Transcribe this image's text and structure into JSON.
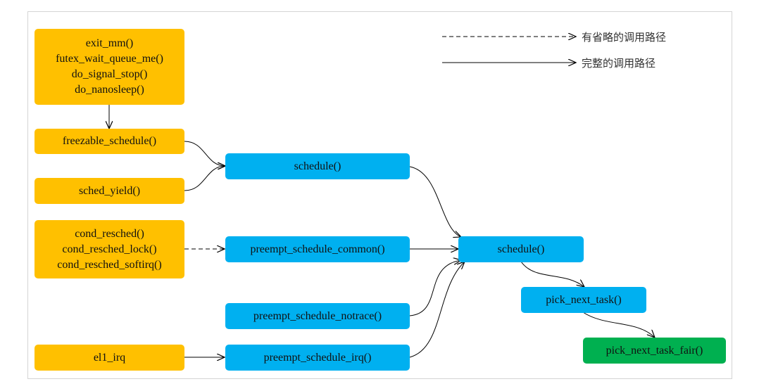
{
  "legend": {
    "omitted_path": "有省略的调用路径",
    "full_path": "完整的调用路径"
  },
  "nodes": {
    "exit_group": [
      "exit_mm()",
      "futex_wait_queue_me()",
      "do_signal_stop()",
      "do_nanosleep()"
    ],
    "freezable_schedule": "freezable_schedule()",
    "sched_yield": "sched_yield()",
    "cond_resched_group": [
      "cond_resched()",
      "cond_resched_lock()",
      "cond_resched_softirq()"
    ],
    "el1_irq": "el1_irq",
    "schedule_1": "schedule()",
    "preempt_schedule_common": "preempt_schedule_common()",
    "preempt_schedule_notrace": "preempt_schedule_notrace()",
    "preempt_schedule_irq": "preempt_schedule_irq()",
    "schedule_2": "schedule()",
    "pick_next_task": "pick_next_task()",
    "pick_next_task_fair": "pick_next_task_fair()"
  },
  "colors": {
    "orange": "#ffc000",
    "blue": "#00b0f0",
    "green": "#00b050"
  }
}
